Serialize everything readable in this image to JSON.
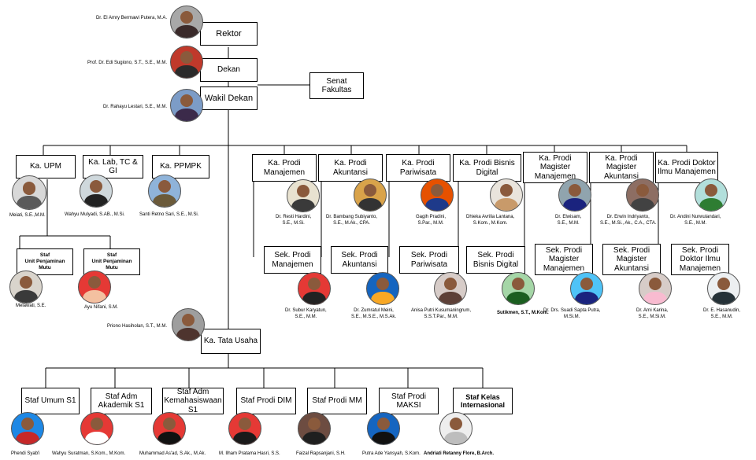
{
  "colors": {
    "line": "#000000",
    "box_border": "#000000"
  },
  "top": {
    "rektor": {
      "box": "Rektor",
      "name": "Dr. El Amry Bermawi Putera, M.A.",
      "photo_bg": "#a8a8a8",
      "photo_body": "#3a2a2a"
    },
    "dekan": {
      "box": "Dekan",
      "name": "Prof. Dr. Edi Sugiono, S.T., S.E., M.M.",
      "photo_bg": "#c0392b",
      "photo_body": "#2b2b2b"
    },
    "wakil_dekan": {
      "box": "Wakil Dekan",
      "name": "Dr. Rahayu Lestari, S.E., M.M.",
      "photo_bg": "#7c9cc7",
      "photo_body": "#3b2a4a"
    },
    "senat": {
      "box": "Senat Fakultas"
    }
  },
  "left_units": {
    "upm": {
      "box": "Ka. UPM",
      "name": "Meiati, S.E.,M.M.",
      "photo_bg": "#d8d8d8",
      "photo_body": "#5a5a5a"
    },
    "lab": {
      "box": "Ka. Lab, TC & GI",
      "name": "Wahyu Mulyadi, S.AB., M.Si.",
      "photo_bg": "#cfd8dc",
      "photo_body": "#222222"
    },
    "ppmpk": {
      "box": "Ka. PPMPK",
      "name": "Santi Retno Sari, S.E., M.Si.",
      "photo_bg": "#8fb3d9",
      "photo_body": "#6b5a3a"
    }
  },
  "staff_upm": [
    {
      "box_line1": "Staf",
      "box_line2": "Unit Penjaminan Mutu",
      "name": "Melawati, S.E.",
      "photo_bg": "#d9d4cc",
      "photo_body": "#3a3a3a"
    },
    {
      "box_line1": "Staf",
      "box_line2": "Unit Penjaminan Mutu",
      "name": "Ayu Nifani, S.M.",
      "photo_bg": "#e53935",
      "photo_body": "#f3c0a0"
    }
  ],
  "ka_prodi": [
    {
      "box": "Ka. Prodi Manajemen",
      "name_lines": [
        "Dr. Resti Hardini,",
        "S.E., M.Si."
      ],
      "photo_bg": "#e8e2d0",
      "photo_body": "#3a3a3a"
    },
    {
      "box": "Ka. Prodi Akuntansi",
      "name_lines": [
        "Dr. Bambang Subiyanto,",
        "S.E., M.Ak., CPA."
      ],
      "photo_bg": "#d9a34a",
      "photo_body": "#333333"
    },
    {
      "box": "Ka. Prodi Pariwisata",
      "name_lines": [
        "Gagih Pradini,",
        "S.Par., M.M."
      ],
      "photo_bg": "#e65100",
      "photo_body": "#1e3a8a"
    },
    {
      "box": "Ka. Prodi Bisnis Digital",
      "name_lines": [
        "Dhieka Avrilia Lantana,",
        "S.Kom., M.Kom."
      ],
      "photo_bg": "#e9e4dc",
      "photo_body": "#c89a6a"
    },
    {
      "box": "Ka. Prodi Magister Manajemen",
      "name_lines": [
        "Dr. Elwisam,",
        "S.E., M.M."
      ],
      "photo_bg": "#90a4ae",
      "photo_body": "#1a237e"
    },
    {
      "box": "Ka. Prodi Magister Akuntansi",
      "name_lines": [
        "Dr. Erwin Indriyanto,",
        "S.E., M.Si., Ak., C.A., CTA."
      ],
      "photo_bg": "#8d6e63",
      "photo_body": "#424242"
    },
    {
      "box": "Ka. Prodi Doktor Ilmu Manajemen",
      "name_lines": [
        "Dr. Andini Nurwulandari,",
        "S.E., M.M."
      ],
      "photo_bg": "#b2dfdb",
      "photo_body": "#2e7d32"
    }
  ],
  "sek_prodi": [
    {
      "box": "Sek. Prodi Manajemen",
      "name_lines": [
        "Dr. Subur Karyatun,",
        "S.E., M.M."
      ],
      "photo_bg": "#e53935",
      "photo_body": "#222222"
    },
    {
      "box": "Sek. Prodi Akuntansi",
      "name_lines": [
        "Dr. Zumratul Meini,",
        "S.E., M.S.E., M.S.Ak."
      ],
      "photo_bg": "#1565c0",
      "photo_body": "#f9a825"
    },
    {
      "box": "Sek. Prodi Pariwisata",
      "name_lines": [
        "Anisa Putri Kusumaningrum,",
        "S.S.T.Par., M.M."
      ],
      "photo_bg": "#d7ccc8",
      "photo_body": "#5d4037"
    },
    {
      "box": "Sek. Prodi Bisnis Digital",
      "name_lines": [
        "Sutikmen, S.T., M.Kom."
      ],
      "photo_bg": "#a5d6a7",
      "photo_body": "#1b5e20"
    },
    {
      "box": "Sek. Prodi Magister Manajemen",
      "name_lines": [
        "Dr. Drs. Suadi Sapta Putra,",
        "M.Si.M."
      ],
      "photo_bg": "#4fc3f7",
      "photo_body": "#1a237e"
    },
    {
      "box": "Sek. Prodi Magister Akuntansi",
      "name_lines": [
        "Dr. Arni Karina,",
        "S.E., M.Si.M."
      ],
      "photo_bg": "#d7ccc8",
      "photo_body": "#f8bbd0"
    },
    {
      "box": "Sek. Prodi Doktor Ilmu Manajemen",
      "name_lines": [
        "Dr. E. Hasanudin,",
        "S.E., M.M."
      ],
      "photo_bg": "#eceff1",
      "photo_body": "#263238"
    }
  ],
  "tata_usaha": {
    "box": "Ka. Tata Usaha",
    "name": "Priono Hasiholan, S.T., M.M.",
    "photo_bg": "#9e9e9e",
    "photo_body": "#4e342e"
  },
  "bottom_staff": [
    {
      "box": "Staf Umum S1",
      "name": "Phendi Syab'i",
      "photo_bg": "#1e88e5",
      "photo_body": "#c62828"
    },
    {
      "box": "Staf Adm Akademik S1",
      "name": "Wahyu Suratman, S.Kom., M.Kom.",
      "photo_bg": "#e53935",
      "photo_body": "#ffffff"
    },
    {
      "box": "Staf Adm Kemahasiswaan S1",
      "name": "Muhammad As'ad, S.Ak., M.Ak.",
      "photo_bg": "#e53935",
      "photo_body": "#111111"
    },
    {
      "box": "Staf Prodi DIM",
      "name": "M. Ilham Pratama Hasri, S.S.",
      "photo_bg": "#e53935",
      "photo_body": "#1a1a1a"
    },
    {
      "box": "Staf Prodi MM",
      "name": "Faizal Rapsanjani, S.H.",
      "photo_bg": "#6d4c41",
      "photo_body": "#1f1f1f"
    },
    {
      "box": "Staf Prodi MAKSI",
      "name": "Putra Ade Yansyah, S.Kom.",
      "photo_bg": "#1565c0",
      "photo_body": "#111111"
    },
    {
      "box_line1": "Staf Kelas",
      "box_line2": "Internasional",
      "name": "Andriati Retanny Flore, B.Arch.",
      "photo_bg": "#eeeeee",
      "photo_body": "#bdbdbd"
    }
  ]
}
